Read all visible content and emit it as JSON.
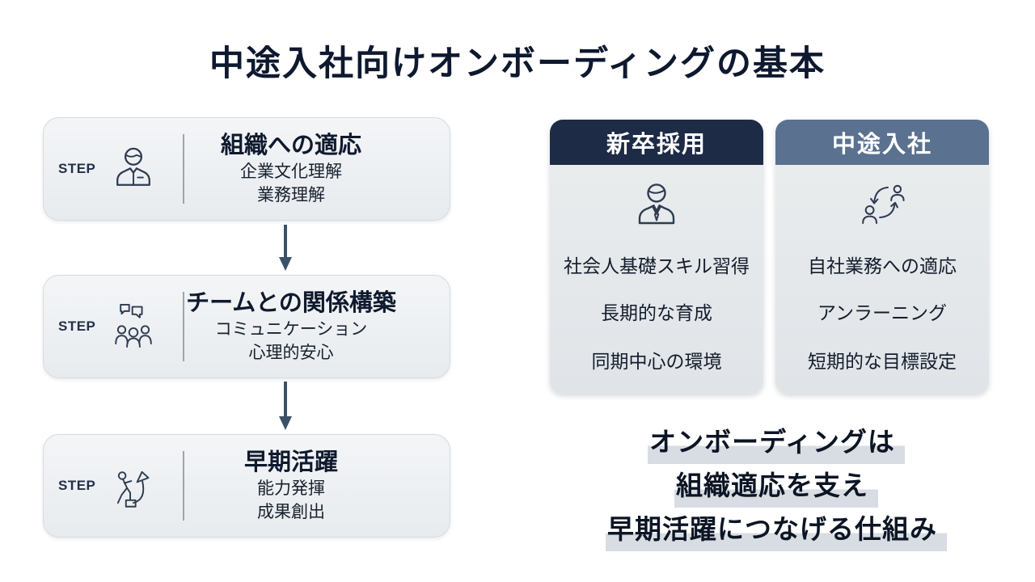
{
  "title": "中途入社向けオンボーディングの基本",
  "steps": {
    "step_label": "STEP",
    "items": [
      {
        "icon": "businessperson-icon",
        "title": "組織への適応",
        "line1": "企業文化理解",
        "line2": "業務理解"
      },
      {
        "icon": "team-chat-icon",
        "title": "チームとの関係構築",
        "line1": "コミュニケーション",
        "line2": "心理的安心"
      },
      {
        "icon": "climb-growth-icon",
        "title": "早期活躍",
        "line1": "能力発揮",
        "line2": "成果創出"
      }
    ]
  },
  "comparison": [
    {
      "header": "新卒採用",
      "icon": "new-graduate-icon",
      "items": [
        "社会人基礎スキル習得",
        "長期的な育成",
        "同期中心の環境"
      ]
    },
    {
      "header": "中途入社",
      "icon": "career-change-icon",
      "items": [
        "自社業務への適応",
        "アンラーニング",
        "短期的な目標設定"
      ]
    }
  ],
  "summary": {
    "line1": "オンボーディングは",
    "line2": "組織適応を支え",
    "line3": "早期活躍につなげる仕組み"
  },
  "colors": {
    "title_text": "#0e1930",
    "header_newgrad": "#1d2b47",
    "header_midcareer": "#5a7190",
    "arrow": "#3b5168",
    "highlight": "#d8dde3"
  }
}
